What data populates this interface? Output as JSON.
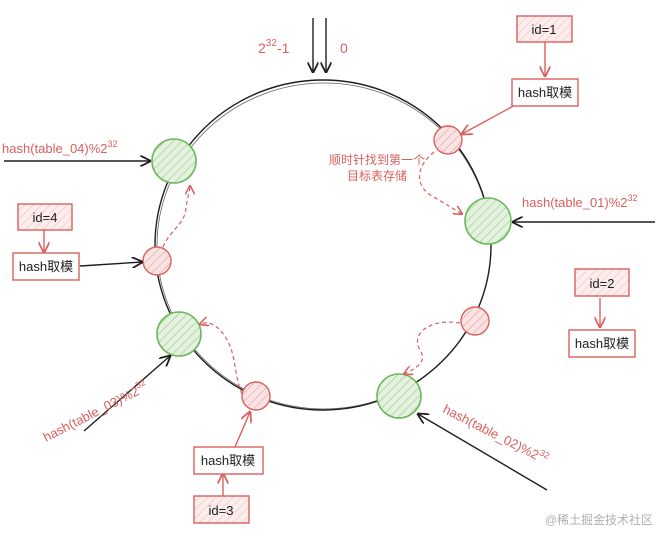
{
  "ring": {
    "top_label_left_base": "2",
    "top_label_left_exp": "32",
    "top_label_left_tail": "-1",
    "top_label_right": "0"
  },
  "annotation": {
    "line1": "顺时针找到第一个",
    "line2": "目标表存储"
  },
  "tables": [
    {
      "base": "hash(table_04)%2",
      "exp": "32"
    },
    {
      "base": "hash(table_01)%2",
      "exp": "32"
    },
    {
      "base": "hash(table_03)%2",
      "exp": "32"
    },
    {
      "base": "hash(table_02)%2",
      "exp": "32"
    }
  ],
  "ids": [
    {
      "id": "id=1",
      "op": "hash取模"
    },
    {
      "id": "id=4",
      "op": "hash取模"
    },
    {
      "id": "id=2",
      "op": "hash取模"
    },
    {
      "id": "id=3",
      "op": "hash取模"
    }
  ],
  "watermark": "@稀土掘金技术社区",
  "colors": {
    "red": "#d9605e",
    "green": "#6cb85a",
    "green_fill": "#d7ecd1",
    "red_fill": "#f6d6d5",
    "box_fill": "#fbe3e3",
    "ink": "#1e1e1e"
  }
}
